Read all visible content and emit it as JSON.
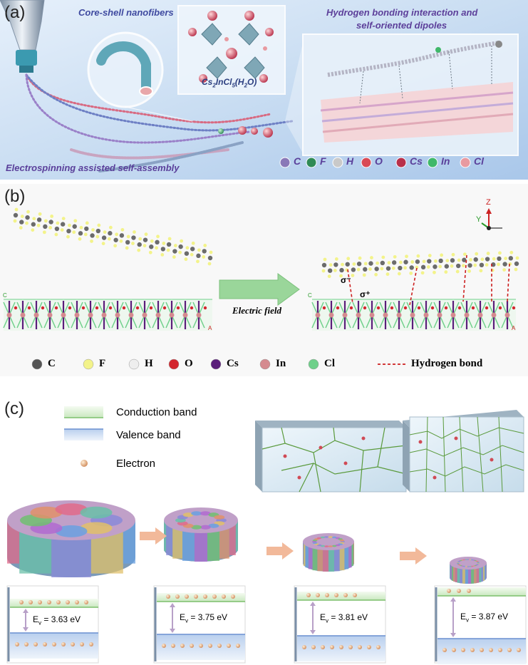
{
  "panel_a": {
    "label": "(a)",
    "core_shell": "Core-shell nanofibers",
    "formula_main": "Cs",
    "formula_sub1": "2",
    "formula_mid": "InCl",
    "formula_sub2": "5",
    "formula_end": "(H",
    "formula_sub3": "2",
    "formula_close": "O)",
    "hbond_title": "Hydrogen bonding interaction and",
    "hbond_title2": "self-oriented dipoles",
    "bottom_caption": "Electrospinning assisted self-assembly",
    "legend": [
      {
        "label": "C",
        "color": "#8a78b8"
      },
      {
        "label": "F",
        "color": "#2f8a55"
      },
      {
        "label": "H",
        "color": "#c9c9c9"
      },
      {
        "label": "O",
        "color": "#d94a55"
      },
      {
        "label": "Cs",
        "color": "#b8304a"
      },
      {
        "label": "In",
        "color": "#3fb86a"
      },
      {
        "label": "Cl",
        "color": "#e89aa0"
      }
    ]
  },
  "panel_b": {
    "label": "(b)",
    "axis_z": "Z",
    "axis_y": "Y",
    "arrow_label": "Electric field",
    "sigma_minus": "σ⁻",
    "sigma_plus": "σ⁺",
    "corner_c": "C",
    "corner_a": "A",
    "legend": [
      {
        "label": "C",
        "color": "#555555"
      },
      {
        "label": "F",
        "color": "#f3f38a"
      },
      {
        "label": "H",
        "color": "#eeeeee"
      },
      {
        "label": "O",
        "color": "#d3262e"
      },
      {
        "label": "Cs",
        "color": "#5a1d7a"
      },
      {
        "label": "In",
        "color": "#d58a8f"
      },
      {
        "label": "Cl",
        "color": "#6fd08a"
      }
    ],
    "hbond_label": "Hydrogen bond"
  },
  "panel_c": {
    "label": "(c)",
    "legend": [
      {
        "label": "Conduction band",
        "kind": "cb"
      },
      {
        "label": "Valence band",
        "kind": "vb"
      },
      {
        "label": "Electron",
        "kind": "e"
      }
    ],
    "gaps": [
      "3.63 eV",
      "3.75 eV",
      "3.81 eV",
      "3.87 eV"
    ],
    "ev_symbol": "E",
    "ev_sub": "v",
    "ev_eq": " = "
  }
}
